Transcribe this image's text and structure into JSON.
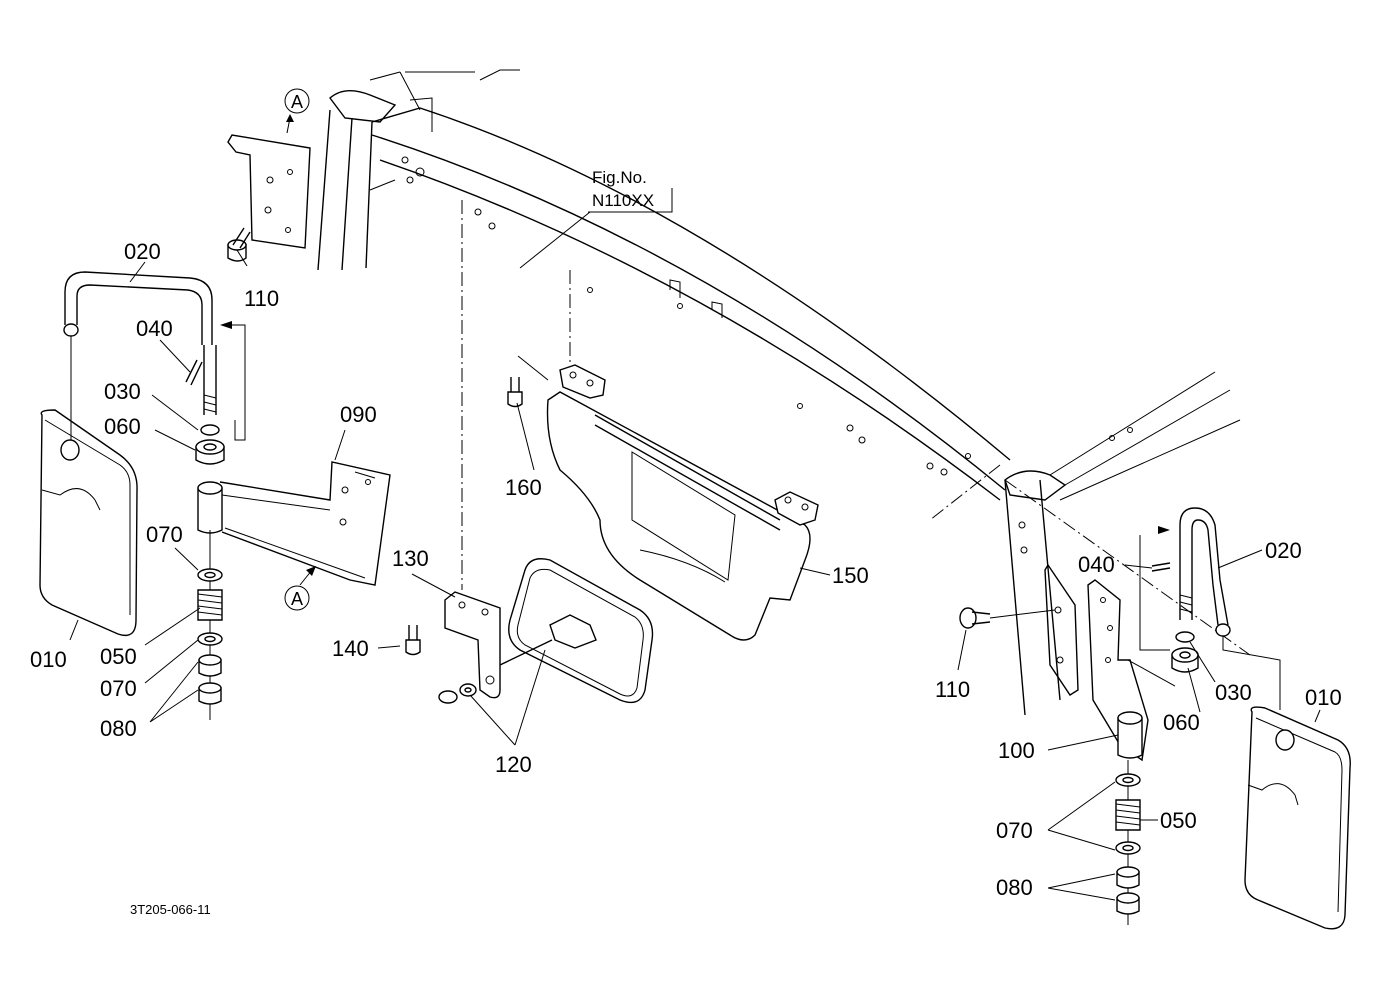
{
  "figure_ref": {
    "line1": "Fig.No.",
    "line2": "N110XX"
  },
  "drawing_code": "3T205-066-11",
  "view_marker": "A",
  "callouts": {
    "c010": "010",
    "c020": "020",
    "c030": "030",
    "c040": "040",
    "c050": "050",
    "c060": "060",
    "c070": "070",
    "c080": "080",
    "c090": "090",
    "c100": "100",
    "c110": "110",
    "c120": "120",
    "c130": "130",
    "c140": "140",
    "c150": "150",
    "c160": "160"
  }
}
